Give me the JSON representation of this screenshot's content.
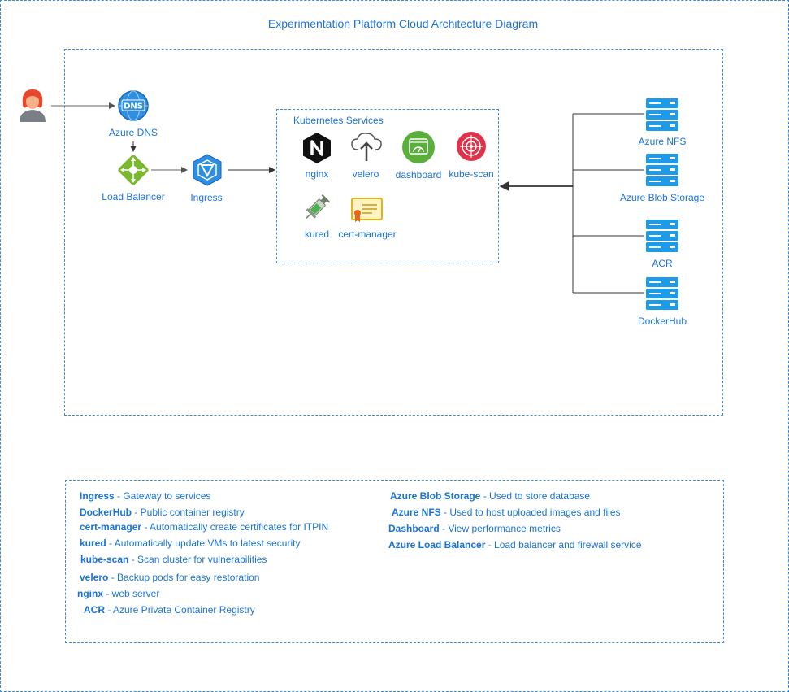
{
  "title": "Experimentation Platform Cloud Architecture Diagram",
  "nodes": {
    "azure_dns": "Azure DNS",
    "load_balancer": "Load Balancer",
    "ingress": "Ingress",
    "k8s_group": "Kubernetes Services",
    "nginx": "nginx",
    "velero": "velero",
    "dashboard": "dashboard",
    "kube_scan": "kube-scan",
    "kured": "kured",
    "cert_manager": "cert-manager",
    "azure_nfs": "Azure NFS",
    "azure_blob": "Azure Blob Storage",
    "acr": "ACR",
    "dockerhub": "DockerHub"
  },
  "legend_left": [
    {
      "term": "Ingress",
      "desc": " - Gateway to services"
    },
    {
      "term": "DockerHub",
      "desc": " - Public container registry"
    },
    {
      "term": "cert-manager",
      "desc": " - Automatically create certificates for ITPIN"
    },
    {
      "term": "kured",
      "desc": " - Automatically update VMs to latest security"
    },
    {
      "term": "kube-scan",
      "desc": " - Scan cluster for vulnerabilities"
    },
    {
      "term": "velero",
      "desc": " - Backup pods for easy restoration"
    },
    {
      "term": "nginx",
      "desc": " - web server"
    },
    {
      "term": "ACR",
      "desc": " - Azure Private Container Registry"
    }
  ],
  "legend_right": [
    {
      "term": "Azure Blob Storage",
      "desc": " - Used to store database"
    },
    {
      "term": "Azure NFS",
      "desc": " - Used to host uploaded images and files"
    },
    {
      "term": "Dashboard",
      "desc": " - View performance metrics"
    },
    {
      "term": "Azure Load Balancer",
      "desc": " - Load balancer and firewall service"
    }
  ],
  "colors": {
    "accent": "#1a73d9",
    "frame": "#3a8fd8",
    "storage": "#1e9be8",
    "lb": "#7cb82f"
  }
}
